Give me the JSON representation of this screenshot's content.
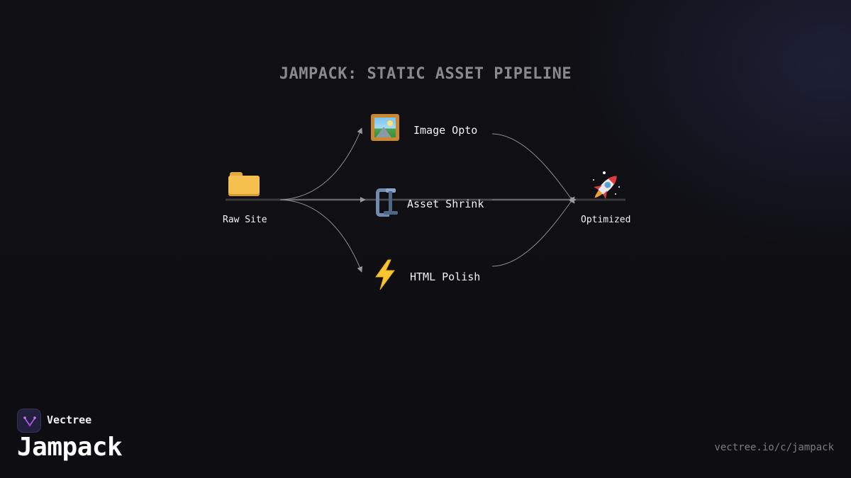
{
  "diagram": {
    "title": "JAMPACK: STATIC ASSET PIPELINE",
    "nodes": {
      "source": {
        "label": "Raw Site",
        "icon": "folder-icon"
      },
      "image": {
        "label": "Image Opto",
        "icon": "framed-picture-icon"
      },
      "asset": {
        "label": "Asset Shrink",
        "icon": "clamp-icon"
      },
      "html": {
        "label": "HTML Polish",
        "icon": "lightning-icon"
      },
      "target": {
        "label": "Optimized",
        "icon": "rocket-icon"
      }
    },
    "edges": [
      {
        "from": "source",
        "to": "image"
      },
      {
        "from": "source",
        "to": "asset"
      },
      {
        "from": "source",
        "to": "html"
      },
      {
        "from": "image",
        "to": "target"
      },
      {
        "from": "asset",
        "to": "target"
      },
      {
        "from": "html",
        "to": "target"
      }
    ]
  },
  "brand": {
    "company": "Vectree",
    "product": "Jampack",
    "url": "vectree.io/c/jampack"
  },
  "colors": {
    "background": "#0f0f14",
    "title": "#8a8a8a",
    "edge": "#8c8c8c",
    "axis": "#3a3a3a",
    "logo_bg": "#22203d",
    "logo_accent": "#b05cf0"
  }
}
